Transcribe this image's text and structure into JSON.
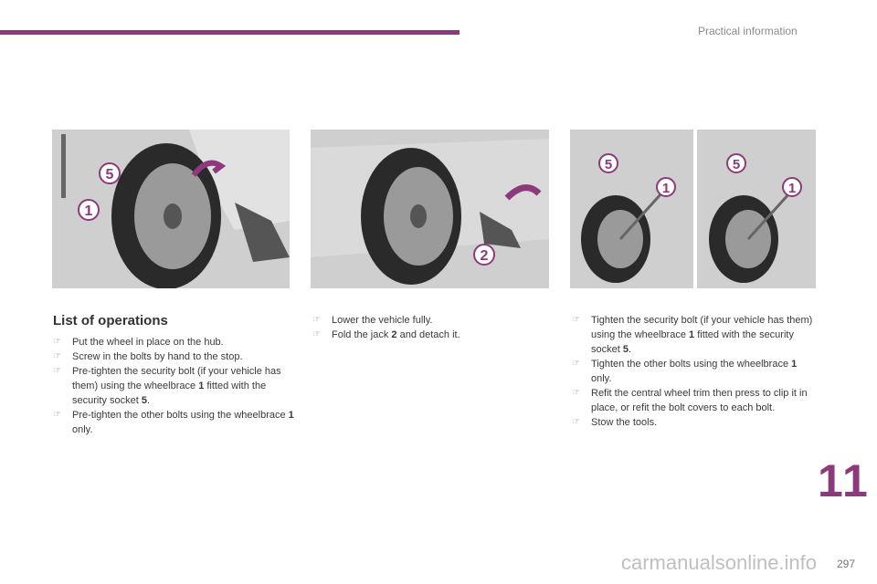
{
  "header": {
    "section": "Practical information",
    "accent": "#8c3a7c"
  },
  "images": [
    {
      "callouts": [
        "5",
        "1"
      ]
    },
    {
      "callouts": [
        "2"
      ]
    },
    {
      "callouts": [
        "5",
        "1",
        "5",
        "1"
      ]
    }
  ],
  "col1": {
    "title": "List of operations",
    "items": [
      {
        "t1": "Put the wheel in place on the hub."
      },
      {
        "t1": "Screw in the bolts by hand to the stop."
      },
      {
        "t1": "Pre-tighten the security bolt (if your vehicle has them) using the wheelbrace ",
        "b1": "1",
        "t2": " fitted with the security socket ",
        "b2": "5",
        "t3": "."
      },
      {
        "t1": "Pre-tighten the other bolts using the wheelbrace ",
        "b1": "1",
        "t2": " only."
      }
    ]
  },
  "col2": {
    "items": [
      {
        "t1": "Lower the vehicle fully."
      },
      {
        "t1": "Fold the jack ",
        "b1": "2",
        "t2": " and detach it."
      }
    ]
  },
  "col3": {
    "items": [
      {
        "t1": "Tighten the security bolt (if your vehicle has them) using the wheelbrace ",
        "b1": "1",
        "t2": " fitted with the security socket ",
        "b2": "5",
        "t3": "."
      },
      {
        "t1": "Tighten the other bolts using the wheelbrace ",
        "b1": "1",
        "t2": " only."
      },
      {
        "t1": "Refit the central wheel trim then press to clip it in place, or refit the bolt covers to each bolt."
      },
      {
        "t1": "Stow the tools."
      }
    ]
  },
  "bullet": "☞",
  "chapter": "11",
  "page": "297",
  "watermark": "carmanualsonline.info"
}
